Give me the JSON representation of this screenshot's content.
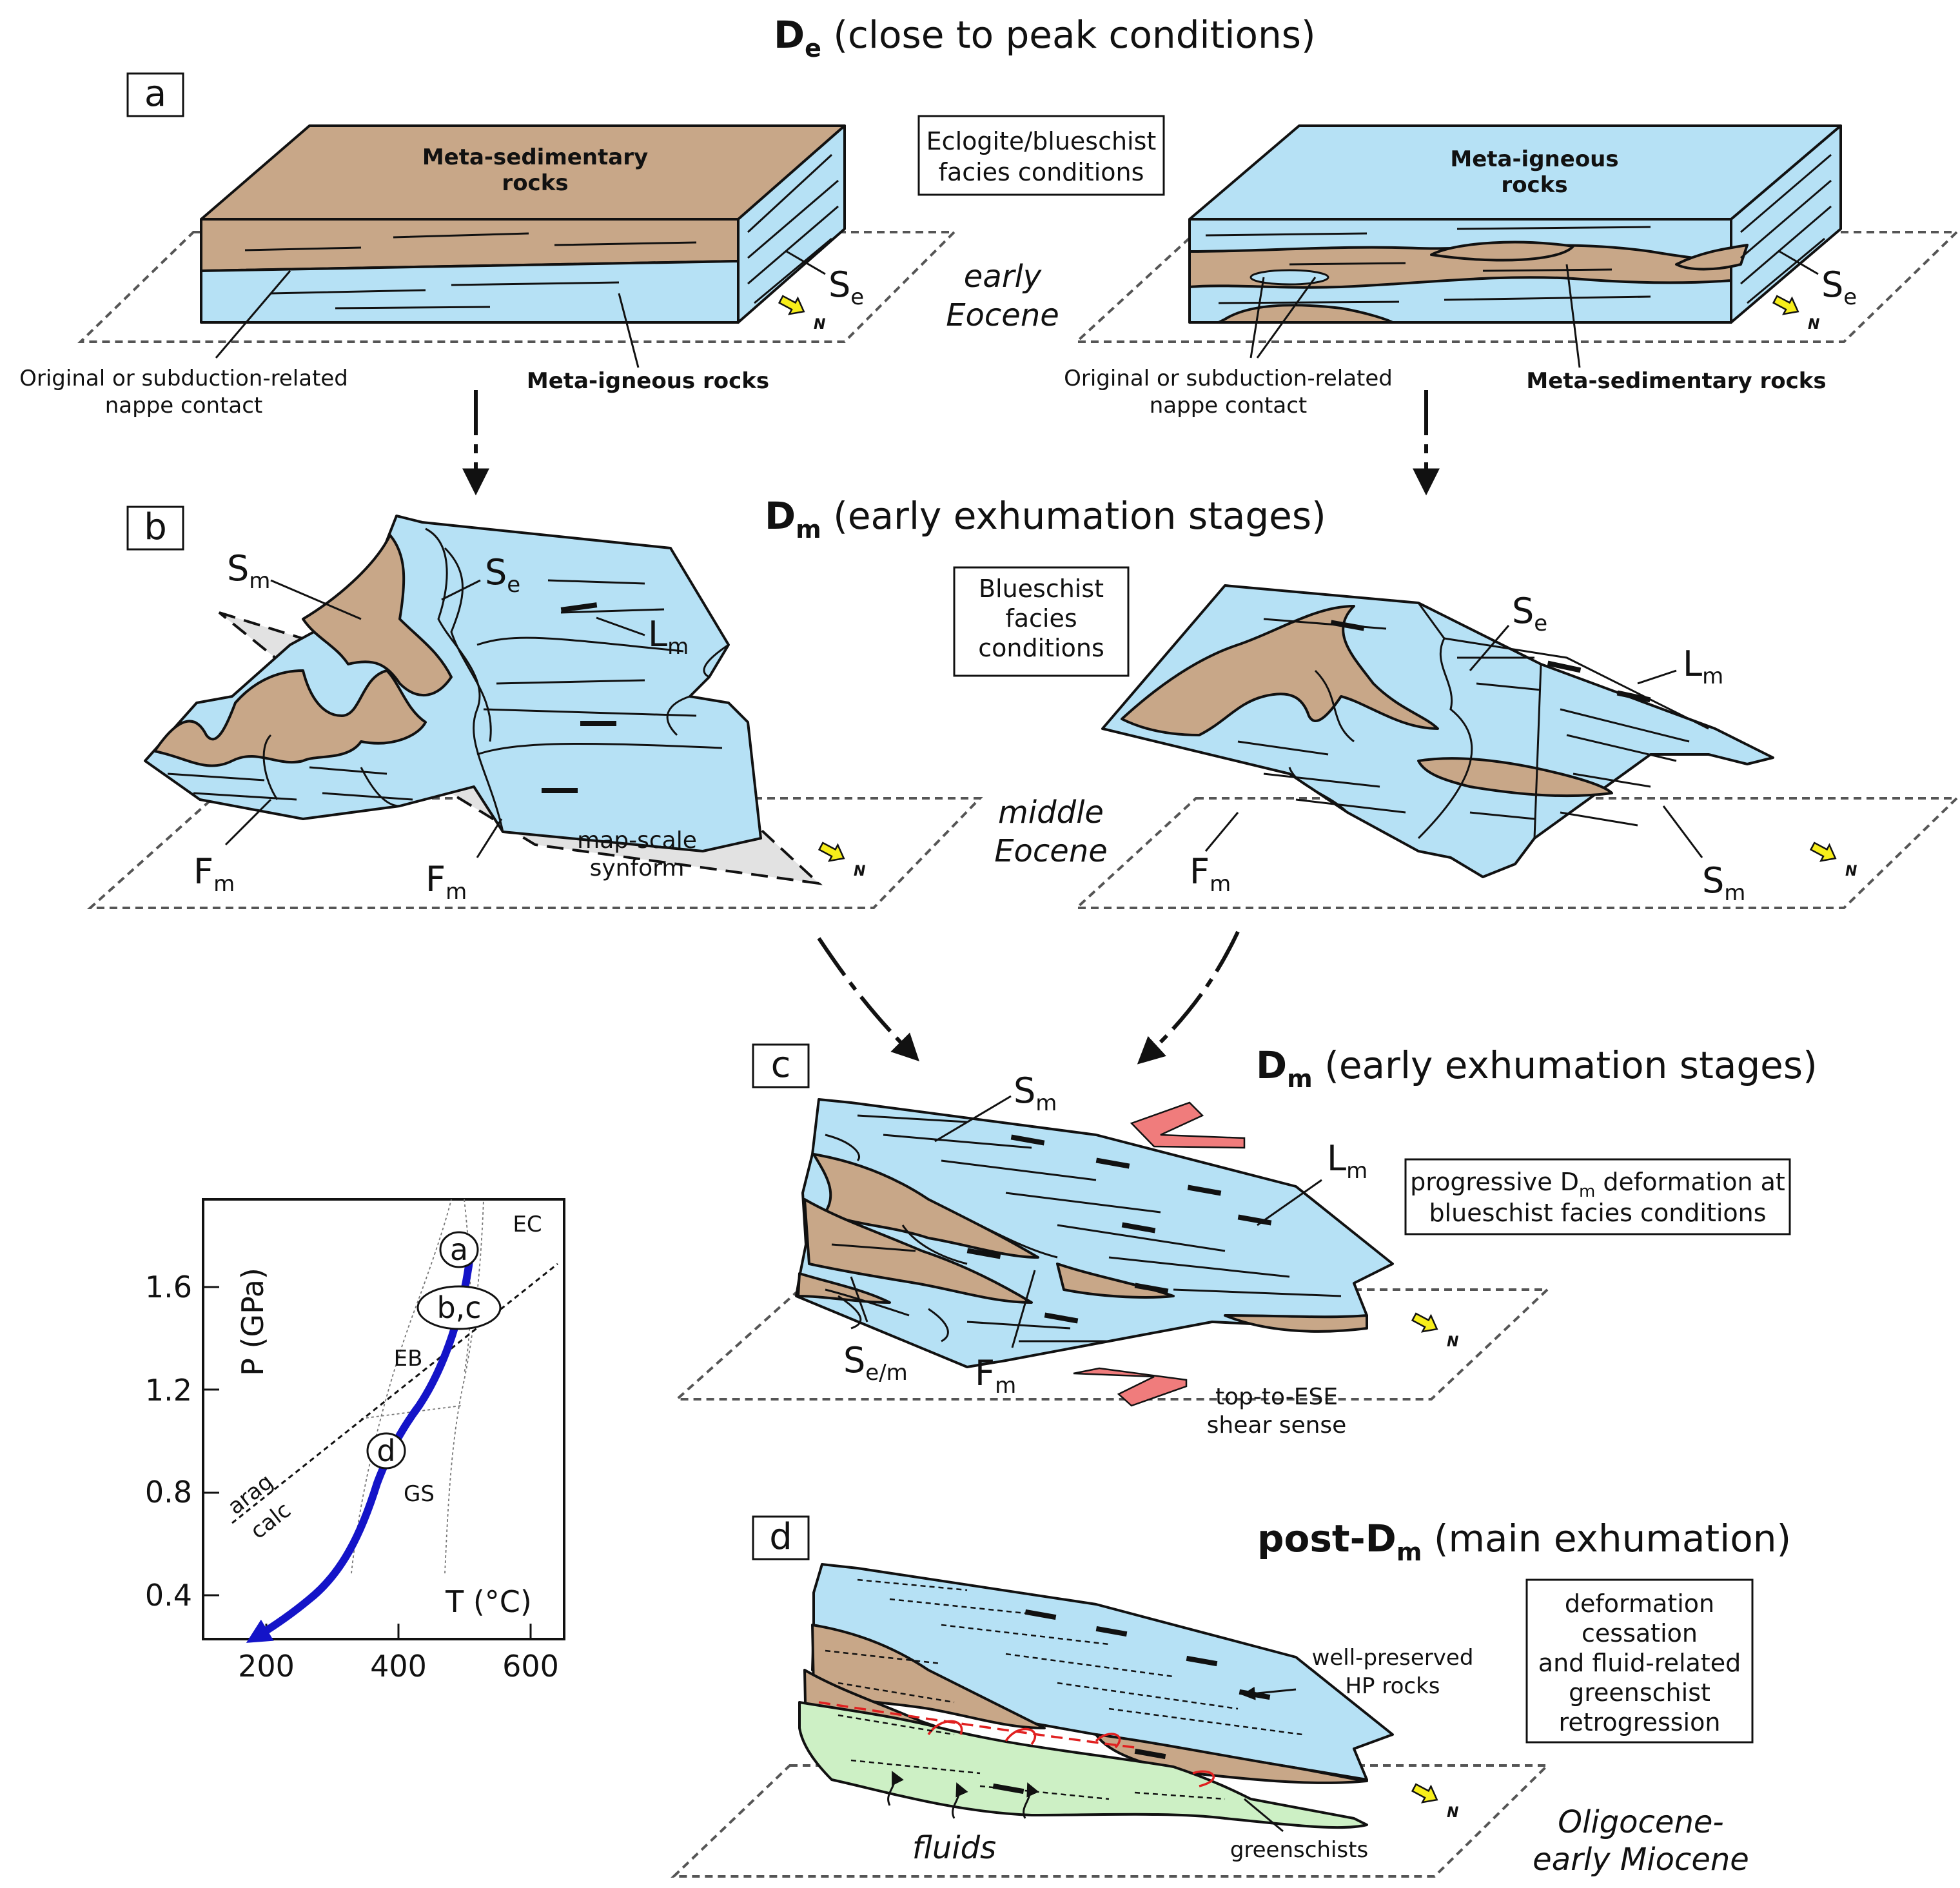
{
  "titles": {
    "de": {
      "main": "D",
      "sub": "e",
      "rest": " (close to peak conditions)"
    },
    "dm_b": {
      "main": "D",
      "sub": "m",
      "rest": " (early exhumation stages)"
    },
    "dm_c": {
      "main": "D",
      "sub": "m",
      "rest": " (early exhumation stages)"
    },
    "post": {
      "main": "post-D",
      "sub": "m",
      "rest": " (main exhumation)"
    }
  },
  "panels": {
    "a": "a",
    "b": "b",
    "c": "c",
    "d": "d"
  },
  "boxes": {
    "a": [
      "Eclogite/blueschist",
      "facies conditions"
    ],
    "b": [
      "Blueschist",
      "facies",
      "conditions"
    ],
    "c": {
      "l1_pre": "progressive D",
      "l1_sub": "m",
      "l1_post": " deformation at",
      "l2": "blueschist facies conditions"
    },
    "d": [
      "deformation",
      "cessation",
      "and fluid-related",
      "greenschist",
      "retrogression"
    ]
  },
  "eras": {
    "a": [
      "early",
      "Eocene"
    ],
    "b": [
      "middle",
      "Eocene"
    ],
    "d": [
      "Oligocene-",
      "early Miocene"
    ]
  },
  "labels": {
    "a_left_top": [
      "Meta-sedimentary",
      "rocks"
    ],
    "a_left_bottom": "Meta-igneous rocks",
    "a_left_contact": [
      "Original or subduction-related",
      "nappe contact"
    ],
    "a_right_top": [
      "Meta-igneous",
      "rocks"
    ],
    "a_right_bottom": "Meta-sedimentary rocks",
    "a_right_contact": [
      "Original or subduction-related",
      "nappe contact"
    ],
    "synform": [
      "map-scale",
      "synform"
    ],
    "shear": [
      "top-to-ESE",
      "shear sense"
    ],
    "hp": [
      "well-preserved",
      "HP rocks"
    ],
    "fluids": "fluids",
    "greenschists": "greenschists"
  },
  "symbols": {
    "S": "S",
    "L": "L",
    "F": "F",
    "e": "e",
    "m": "m",
    "em": "e/m"
  },
  "north": "N",
  "pt_chart": {
    "ylabel": "P (GPa)",
    "xlabel": "T (°C)",
    "yticks": [
      "1.6",
      "1.2",
      "0.8",
      "0.4"
    ],
    "xticks": [
      "200",
      "400",
      "600"
    ],
    "fields": {
      "ec": "EC",
      "eb": "EB",
      "gs": "GS",
      "arag": "arag",
      "calc": "calc"
    },
    "points": {
      "a": "a",
      "bc": "b,c",
      "d": "d"
    }
  },
  "colors": {
    "blue": "#b6e1f5",
    "brown": "#c8a788",
    "green": "#cdf0c5",
    "grey": "#e2e2e2",
    "path": "#1414c8",
    "shear_arrow": "#f07c7c",
    "north_arrow": "#f7ee1a"
  }
}
